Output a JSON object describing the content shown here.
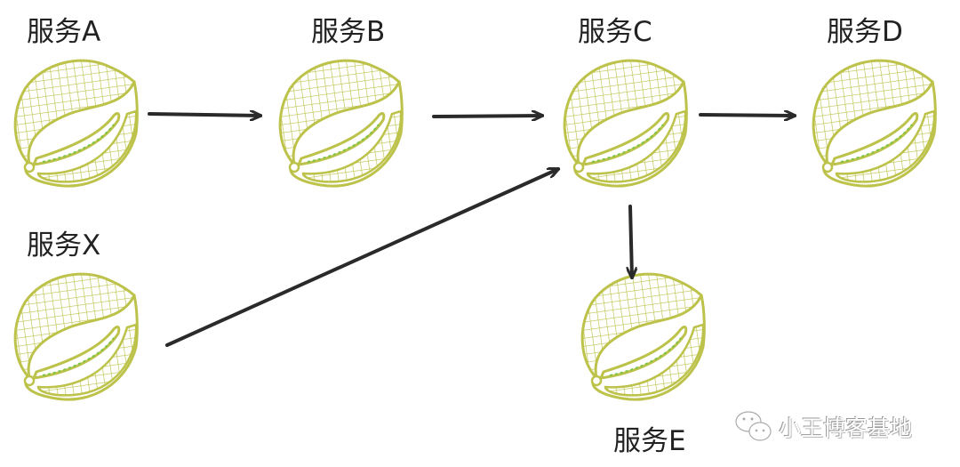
{
  "nodes": {
    "a": {
      "label": "服务A"
    },
    "b": {
      "label": "服务B"
    },
    "c": {
      "label": "服务C"
    },
    "d": {
      "label": "服务D"
    },
    "x": {
      "label": "服务X"
    },
    "e": {
      "label": "服务E"
    }
  },
  "edges": [
    {
      "from": "服务A",
      "to": "服务B"
    },
    {
      "from": "服务B",
      "to": "服务C"
    },
    {
      "from": "服务C",
      "to": "服务D"
    },
    {
      "from": "服务X",
      "to": "服务C"
    },
    {
      "from": "服务C",
      "to": "服务E"
    }
  ],
  "watermark": {
    "text": "小王博客基地",
    "icon": "wechat-icon"
  },
  "colors": {
    "icon": "#bcc24a",
    "inner": "#7cc444",
    "arrow": "#2a2a2a"
  }
}
